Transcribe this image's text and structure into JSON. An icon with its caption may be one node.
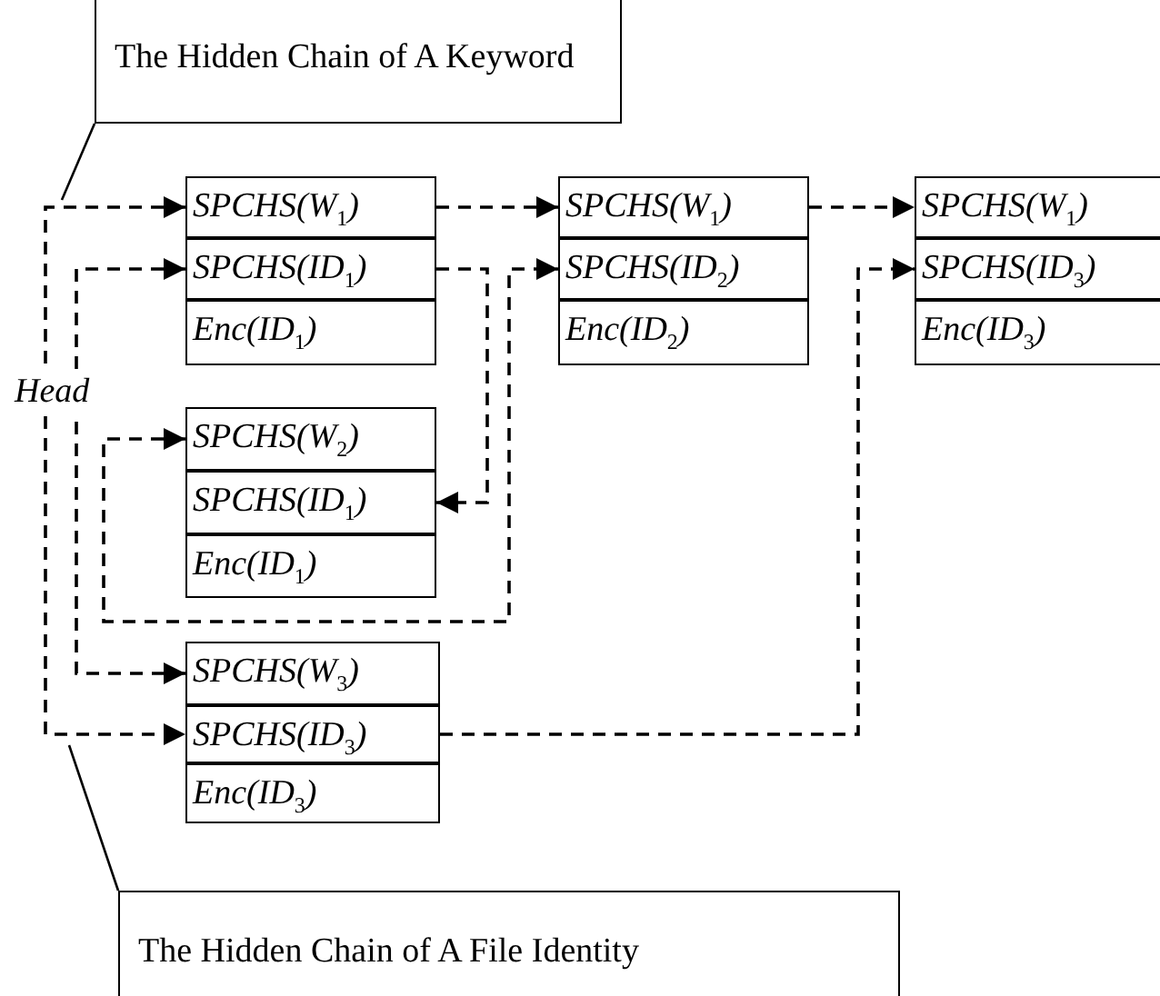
{
  "diagram": {
    "nodes": [
      {
        "text": [
          "The Hidden Chain of A Keyword"
        ]
      },
      {
        "text": [
          "SPCHS(W$_{1}$)"
        ]
      },
      {
        "text": [
          "SPCHS(ID$_{1}$)"
        ]
      },
      {
        "text": [
          "Enc(ID$_{1}$)"
        ]
      },
      {
        "text": [
          "SPCHS(W$_{1}$)"
        ]
      },
      {
        "text": [
          "SPCHS(ID$_{2}$)"
        ]
      },
      {
        "text": [
          "Enc(ID$_{2}$)"
        ]
      },
      {
        "text": [
          "SPCHS(W$_{1}$)"
        ]
      },
      {
        "text": [
          "SPCHS(ID$_{3}$)"
        ]
      },
      {
        "text": [
          "Enc(ID$_{3}$)"
        ]
      },
      {
        "text": [
          "SPCHS(W$_{2}$)"
        ]
      },
      {
        "text": [
          "SPCHS(ID$_{1}$)"
        ]
      },
      {
        "text": [
          "Enc(ID$_{1}$)"
        ]
      },
      {
        "text": [
          "SPCHS(W$_{3}$)"
        ]
      },
      {
        "text": [
          "SPCHS(ID$_{3}$)"
        ]
      },
      {
        "text": [
          "Enc(ID$_{3}$)"
        ]
      },
      {
        "text": [
          "The Hidden Chain of A File Identity"
        ]
      }
    ],
    "edges": [
      {
        "from": 1,
        "to": 4,
        "arrow": "to",
        "style": "dashed"
      },
      {
        "from": 4,
        "to": 7,
        "arrow": "to",
        "style": "dashed"
      },
      {
        "from": 2,
        "to": 11,
        "arrow": "to",
        "style": "dashed"
      },
      {
        "from": 14,
        "to": 8,
        "arrow": "to",
        "style": "dashed"
      },
      {
        "from": 1,
        "to": 14,
        "arrow": "both",
        "style": "dashed"
      },
      {
        "from": 2,
        "to": 13,
        "arrow": "both",
        "style": "dashed"
      },
      {
        "from": 10,
        "to": 5,
        "arrow": "both",
        "style": "dashed"
      },
      {
        "from": 0,
        "to": null,
        "arrow": "none"
      },
      {
        "from": 16,
        "to": null,
        "arrow": "none"
      }
    ],
    "labels": [
      "Head"
    ]
  }
}
